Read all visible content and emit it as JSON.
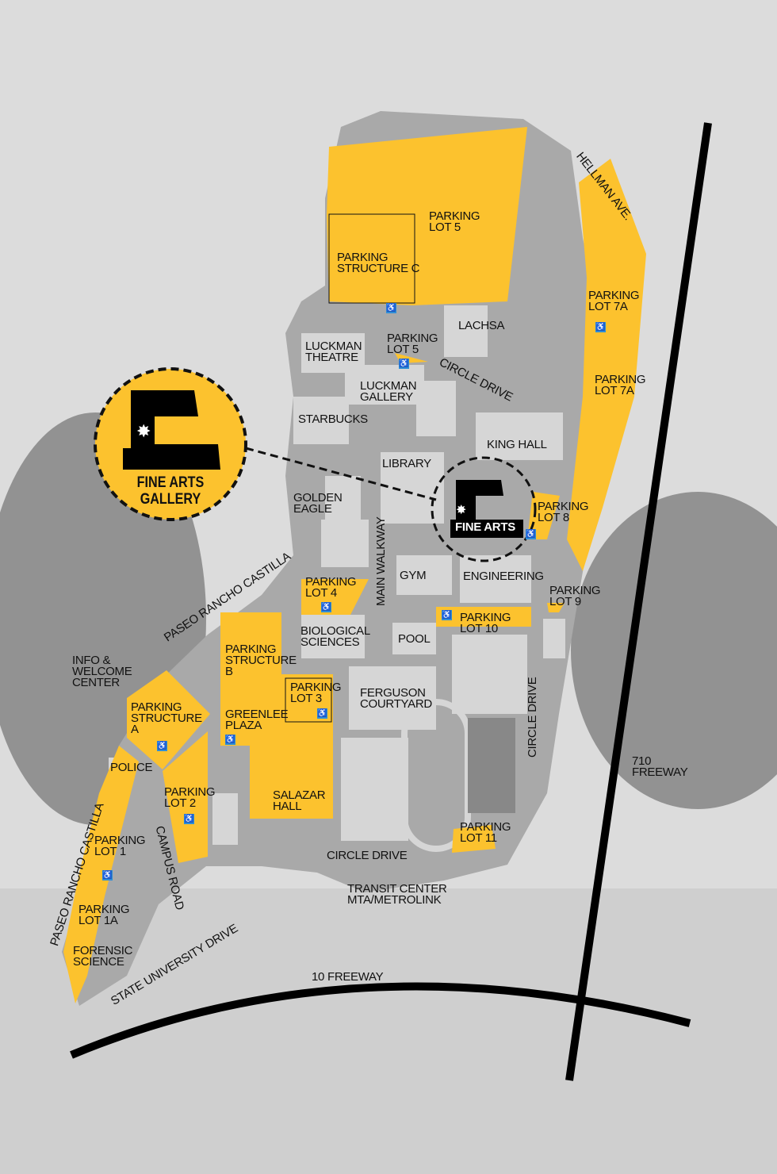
{
  "colors": {
    "parking": "#fcc22e",
    "campus": "#a9a9a9",
    "building": "#d6d6d6",
    "background": "#dcdcdc",
    "accessible": "#2f8fd8",
    "freeway": "#000000"
  },
  "inset": {
    "title": "FINE ARTS\nGALLERY"
  },
  "labels": {
    "parking_lot_5": "PARKING\nLOT 5",
    "parking_structure_c": "PARKING\nSTRUCTURE C",
    "hellman_ave": "HELLMAN AVE.",
    "lachsa": "LACHSA",
    "parking_lot_5_small": "PARKING\nLOT 5",
    "luckman_theatre": "LUCKMAN\nTHEATRE",
    "circle_drive_top": "CIRCLE DRIVE",
    "parking_lot_7a_upper": "PARKING\nLOT 7A",
    "parking_lot_7a_lower": "PARKING\nLOT 7A",
    "luckman_gallery": "LUCKMAN\nGALLERY",
    "starbucks": "STARBUCKS",
    "king_hall": "KING HALL",
    "library": "LIBRARY",
    "golden_eagle": "GOLDEN\nEAGLE",
    "main_walkway": "MAIN WALKWAY",
    "fine_arts": "FINE ARTS",
    "parking_lot_8": "PARKING\nLOT 8",
    "paseo_rancho_castilla_upper": "PASEO RANCHO CASTILLA",
    "parking_lot_4": "PARKING\nLOT 4",
    "gym": "GYM",
    "engineering": "ENGINEERING",
    "parking_lot_9": "PARKING\nLOT 9",
    "parking_lot_10": "PARKING\nLOT 10",
    "biological_sciences": "BIOLOGICAL\nSCIENCES",
    "pool": "POOL",
    "info_welcome_center": "INFO &\nWELCOME\nCENTER",
    "parking_structure_b": "PARKING\nSTRUCTURE\nB",
    "parking_lot_3": "PARKING\nLOT 3",
    "ferguson_courtyard": "FERGUSON\nCOURTYARD",
    "circle_drive_right": "CIRCLE DRIVE",
    "parking_structure_a": "PARKING\nSTRUCTURE\nA",
    "greenlee_plaza": "GREENLEE\nPLAZA",
    "freeway_710": "710\nFREEWAY",
    "police": "POLICE",
    "parking_lot_2": "PARKING\nLOT 2",
    "salazar_hall": "SALAZAR\nHALL",
    "paseo_rancho_castilla_lower": "PASEO RANCHO CASTILLA",
    "parking_lot_1": "PARKING\nLOT 1",
    "campus_road": "CAMPUS ROAD",
    "parking_lot_11": "PARKING\nLOT 11",
    "circle_drive_bottom": "CIRCLE DRIVE",
    "transit_center": "TRANSIT CENTER\nMTA/METROLINK",
    "parking_lot_1a": "PARKING\nLOT 1A",
    "state_university_drive": "STATE UNIVERSITY DRIVE",
    "forensic_science": "FORENSIC\nSCIENCE",
    "freeway_10": "10 FREEWAY"
  },
  "icons": {
    "accessible": "wheelchair-icon",
    "highlight": "star-icon"
  },
  "accessible_glyph": "♿"
}
